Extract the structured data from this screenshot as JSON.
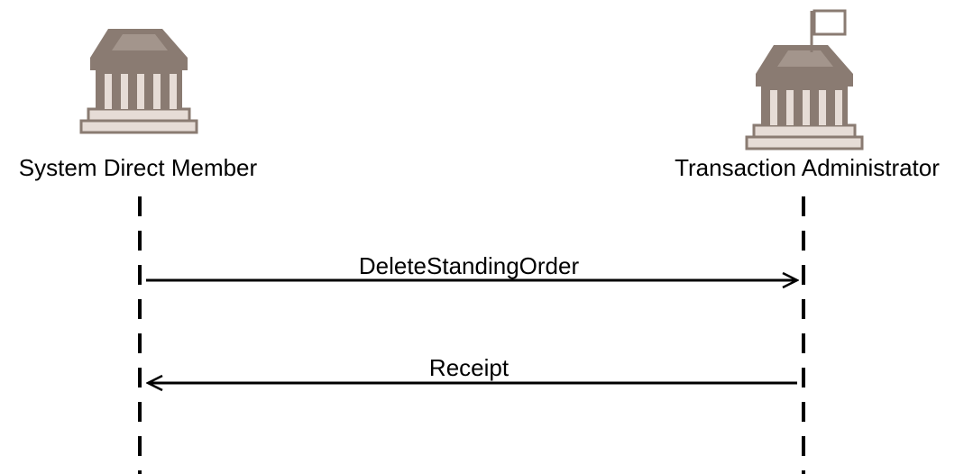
{
  "participants": [
    {
      "id": "left",
      "name": "System Direct Member",
      "icon": "bank-building-icon"
    },
    {
      "id": "right",
      "name": "Transaction Administrator",
      "icon": "bank-building-with-flag-icon"
    }
  ],
  "messages": [
    {
      "label": "DeleteStandingOrder",
      "from": "System Direct Member",
      "to": "Transaction Administrator"
    },
    {
      "label": "Receipt",
      "from": "Transaction Administrator",
      "to": "System Direct Member"
    }
  ],
  "colors": {
    "icon_fill": "#8a7b72",
    "icon_light": "#e6dcd6",
    "line": "#000000"
  }
}
